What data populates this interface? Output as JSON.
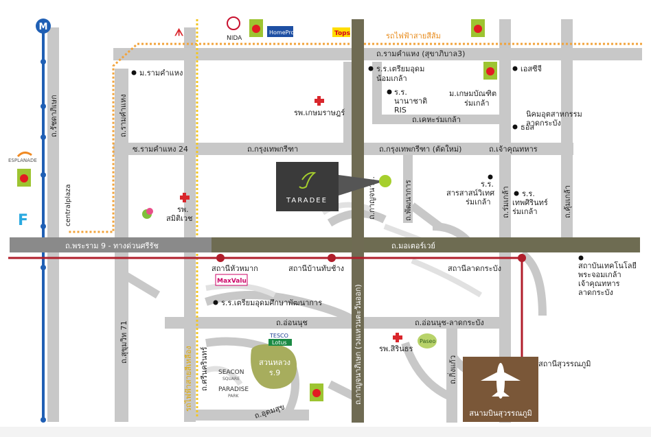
{
  "colors": {
    "road": "#c8c8c8",
    "road_light": "#e1e1e1",
    "expressway": "#8a8a8a",
    "motorway": "#6e6c52",
    "main_road": "#6f6b53",
    "bts_line": "#1f5fb4",
    "orange_line": "#f2a33a",
    "yellow_line": "#f3c623",
    "airport_link": "#b01e2b",
    "airport_box": "#7a5738",
    "hospital_red": "#d9262c",
    "green_pin": "#a6cf2d",
    "taradee_box": "#3a3a3a",
    "park": "#a7ad5d"
  },
  "map": {
    "metro_logo": "M",
    "taradee": {
      "name": "TARADEE"
    },
    "airport": {
      "label": "สนามบินสุวรรณภูมิ"
    },
    "park": {
      "line1": "สวนหลวง",
      "line2": "ร.9"
    },
    "roads": {
      "expressway": "ถ.พระราม 9 - ทางด่วนศรีรัช",
      "motorway": "ถ.มอเตอร์เวย์",
      "ramkhamhaeng": "ถ.รามคำแหง (สุขาภิบาล3)",
      "krungthep_kreetha": "ถ.กรุงเทพกรีฑา",
      "krungthep_kreetha_new": "ถ.กรุงเทพกรีฑา (ตัดใหม่)",
      "chao_khun_thahan": "ถ.เจ้าคุณทหาร",
      "soi_ramkhamhaeng_24": "ซ.รามคำแหง 24",
      "ramkhamhaeng_vertical": "ถ.รามคำแหง",
      "ratchada": "ถ.รัชดาภิเษก",
      "sukhumvit_71": "ถ.สุขุมวิท 71",
      "srinakarin": "ถ.ศรีนครินทร์",
      "on_nut": "ถ.อ่อนนุช",
      "on_nut_lat_krabang": "ถ.อ่อนนุช-ลาดกระบัง",
      "udomsuk": "ถ.อุดมสุข",
      "king_kaeo": "ถ.กิ่งแก้ว",
      "kanchanaphisek": "ถ.กาญจนาภิเษก (วงแหวนตะวันออก)",
      "khet_rom_klao": "ถ.เคหะร่มเกล้า",
      "rom_klao": "ถ.ร่มเกล้า",
      "khum_klao": "ถ.คุ้มเกล้า",
      "pattanakarn": "ถ.พัฒนาการ",
      "kanchanaphisek_short": "ถ.กาญจนา..."
    },
    "rail": {
      "orange_line": "รถไฟฟ้าสายสีส้ม",
      "yellow_line": "รถไฟฟ้าสายสีเหลือง"
    },
    "stations": {
      "hua_mak": "สถานีหัวหมาก",
      "ban_thap_chang": "สถานีบ้านทับช้าง",
      "lat_krabang": "สถานีลาดกระบัง",
      "suvarnabhumi": "สถานีสุวรรณภูมิ"
    },
    "places": {
      "ramkhamhaeng_univ": "ม.รามคำแหง",
      "kasemrad_hospital": "รพ.เกษมราษฎร์",
      "samitivej_hospital_1": "รพ.",
      "samitivej_hospital_2": "สมิติเวช",
      "sirinthorn_hospital": "รพ.สิรินธร",
      "triam_udom_nomklao_1": "ร.ร.เตรียมอุดม",
      "triam_udom_nomklao_2": "น้อมเกล้า",
      "ris_1": "ร.ร.",
      "ris_2": "นานาชาติ",
      "ris_3": "RIS",
      "kasem_bundit_1": "ม.เกษมบัณฑิต",
      "kasem_bundit_2": "ร่มเกล้า",
      "assumption": "เอสซีจี",
      "thos": "ธอส",
      "nikhom_1": "นิคมอุตสาหกรรม",
      "nikhom_2": "ลาดกระบัง",
      "sarasas_1": "ร.ร.",
      "sarasas_2": "สารสาสน์วิเทศ",
      "sarasas_3": "ร่มเกล้า",
      "thepsirin_1": "ร.ร.",
      "thepsirin_2": "เทพศิรินทร์",
      "thepsirin_3": "ร่มเกล้า",
      "kmitl_1": "สถาบันเทคโนโลยี",
      "kmitl_2": "พระจอมเกล้า",
      "kmitl_3": "เจ้าคุณทหาร",
      "kmitl_4": "ลาดกระบัง",
      "triam_udom_pattanakarn": "ร.ร.เตรียมอุดมศึกษาพัฒนาการ"
    },
    "brands": {
      "nida": "NIDA",
      "homepro": "HomePro",
      "tops": "Tops",
      "bigc": "Big C",
      "esplanade": "ESPLANADE",
      "central_plaza": "centralplaza",
      "maxvalu": "MaxValu",
      "tesco_1": "TESCO",
      "tesco_2": "Lotus",
      "seacon_1": "SEACON",
      "seacon_2": "SQUARE",
      "paradise_1": "PARADISE",
      "paradise_2": "PARK",
      "paseo": "Paseo"
    }
  }
}
